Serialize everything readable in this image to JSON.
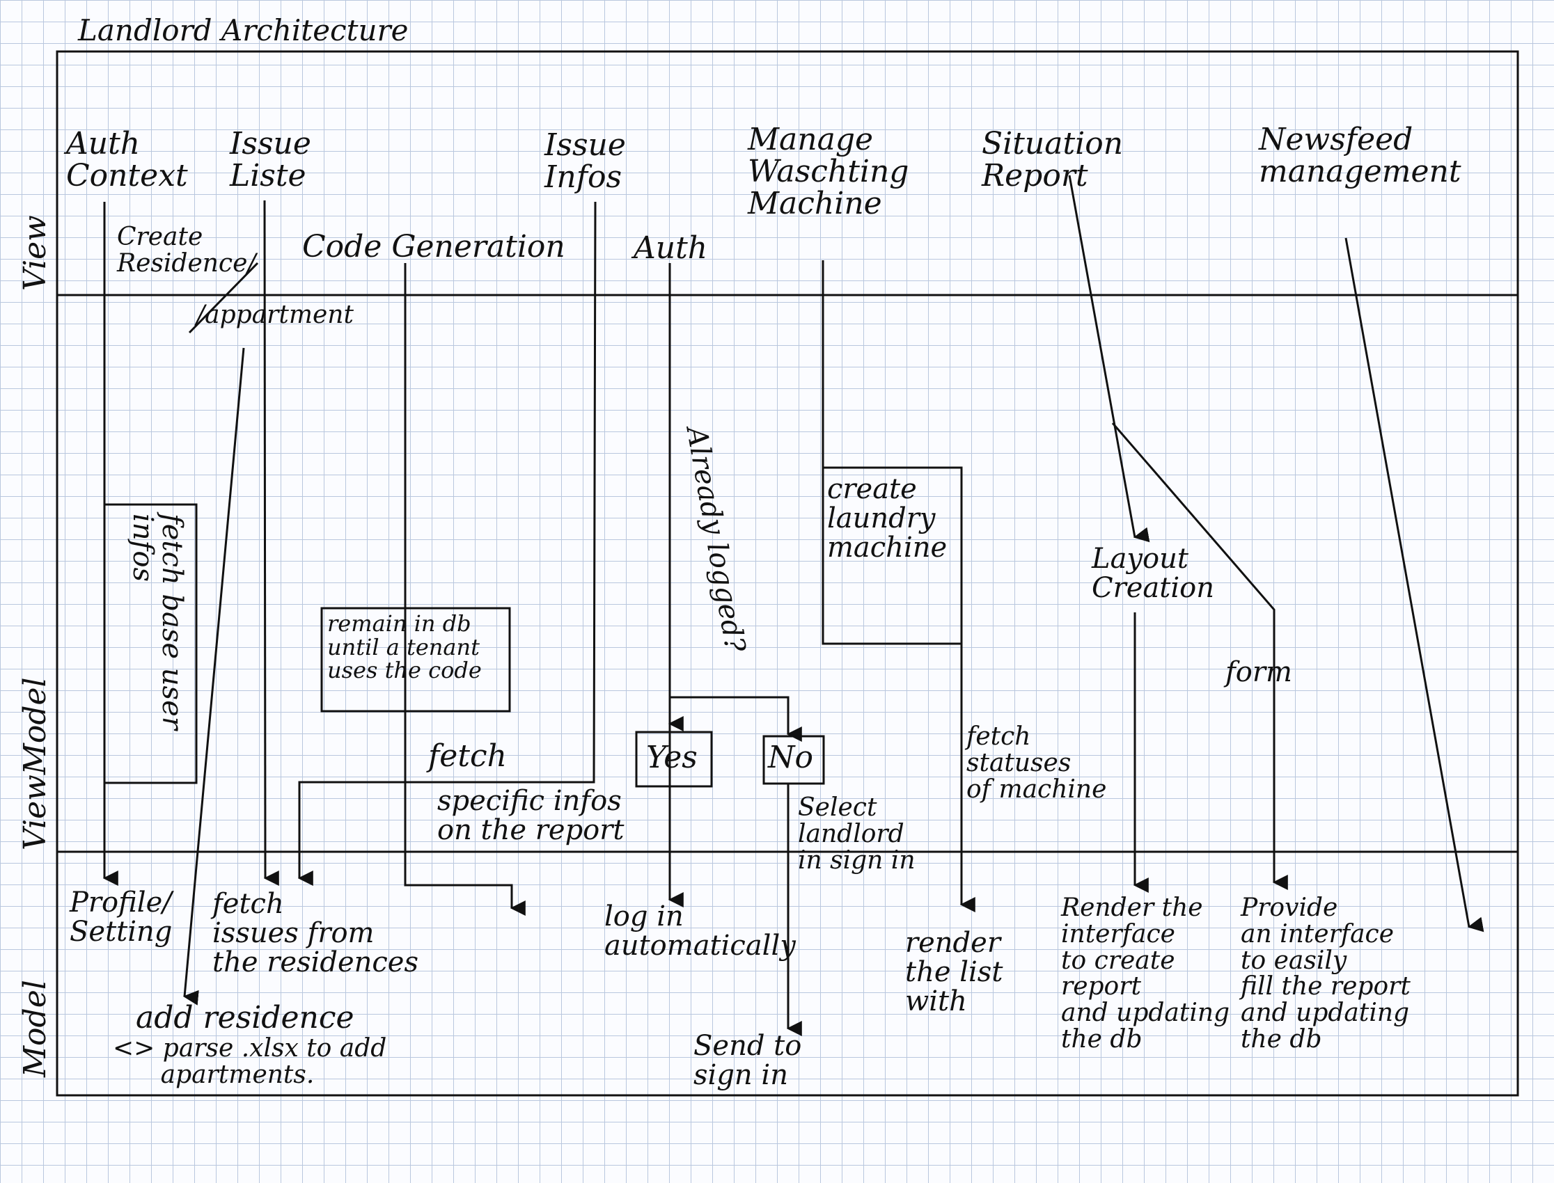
{
  "title": "Landlord Architecture",
  "lanes": {
    "view": "View",
    "viewmodel": "ViewModel",
    "model": "Model"
  },
  "view_items": {
    "auth_context": "Auth\nContext",
    "issue_liste": "Issue\nListe",
    "create_residence": "Create\nResidence/",
    "appartment": "/appartment",
    "code_generation": "Code Generation",
    "issue_infos": "Issue\nInfos",
    "auth": "Auth",
    "manage_washing": "Manage\nWaschting\nMachine",
    "situation_report": "Situation\nReport",
    "newsfeed": "Newsfeed\nmanagement"
  },
  "viewmodel_items": {
    "fetch_base_user_infos": "fetch base user\ninfos",
    "remain_in_db": "remain in db\nuntil a tenant\nuses the code",
    "already_logged": "Already logged?",
    "create_laundry": "create\nlaundry\nmachine",
    "layout_creation": "Layout\nCreation",
    "form": "form",
    "fetch": "fetch",
    "specific_infos": "specific infos\non the report",
    "yes": "Yes",
    "no": "No",
    "fetch_statuses": "fetch\nstatuses\nof machine",
    "select_landlord": "Select\nlandlord\nin sign in"
  },
  "model_items": {
    "profile_setting": "Profile/\nSetting",
    "fetch_issues": "fetch\nissues from\nthe residences",
    "add_residence": "add residence",
    "parse_xlsx": "<> parse .xlsx to add\n      apartments.",
    "log_in_auto": "log in\nautomatically",
    "send_to_sign_in": "Send to\nsign in",
    "render_list": "render\nthe list\nwith",
    "render_interface": "Render the\ninterface\nto create\nreport\nand updating\nthe db",
    "provide_interface": "Provide\nan interface\nto easily\nfill the report\nand updating\nthe db"
  }
}
